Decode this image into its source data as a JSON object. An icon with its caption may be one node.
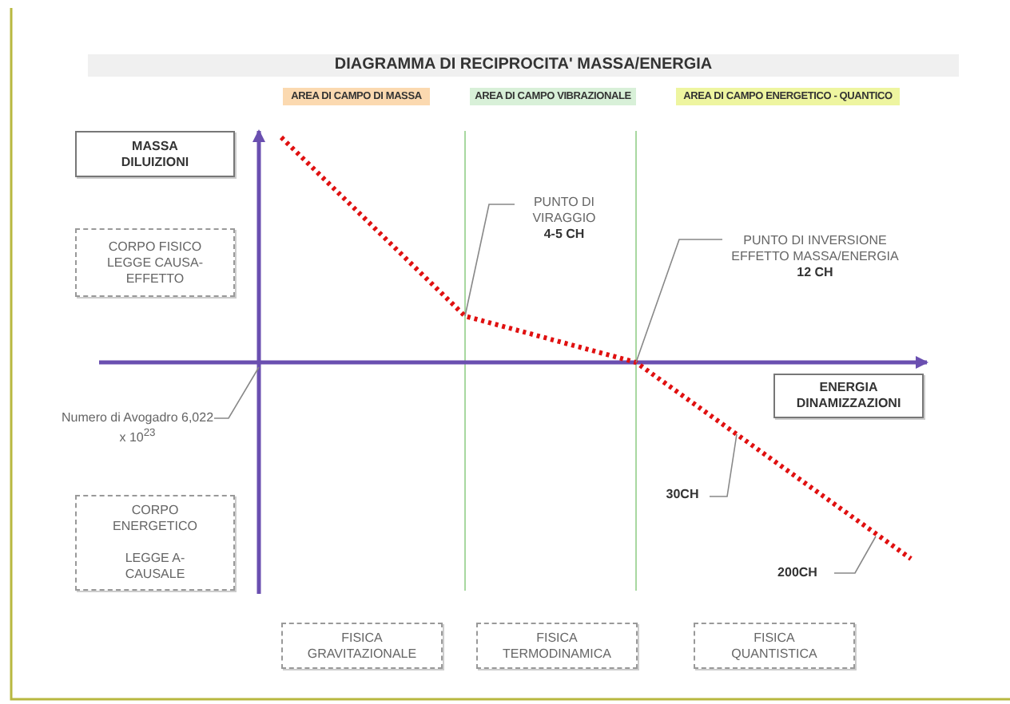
{
  "diagram": {
    "title": "DIAGRAMMA DI RECIPROCITA' MASSA/ENERGIA",
    "nodes": [
      {
        "text": [
          "AREA  DI CAMPO DI MASSA"
        ]
      },
      {
        "text": [
          "AREA DI CAMPO VIBRAZIONALE"
        ]
      },
      {
        "text": [
          "AREA DI  CAMPO ENERGETICO - QUANTICO"
        ]
      },
      {
        "text": [
          "MASSA DILUIZIONI"
        ]
      },
      {
        "text": [
          "PUNTO DI VIRAGGIO",
          "4-5 CH"
        ]
      },
      {
        "text": [
          "CORPO FISICO LEGGE CAUSA-EFFETTO"
        ]
      },
      {
        "text": [
          "PUNTO DI INVERSIONE EFFETTO MASSA/ENERGIA",
          "12 CH"
        ]
      },
      {
        "text": [
          "ENERGIA DINAMIZZAZIONI"
        ]
      },
      {
        "text": [
          "Numero di Avogadro 6,022 x 10$^{23}$"
        ]
      },
      {
        "text": [
          "30CH"
        ]
      },
      {
        "text": [
          "CORPO ENERGETICO",
          "LEGGE A-CAUSALE"
        ]
      },
      {
        "text": [
          "200CH"
        ]
      },
      {
        "text": [
          "FISICA GRAVITAZIONALE"
        ]
      },
      {
        "text": [
          "FISICA TERMODINAMICA"
        ]
      },
      {
        "text": [
          "FISICA QUANTISTICA"
        ]
      }
    ],
    "edges": [
      {
        "from": 4,
        "to": null,
        "arrow": "none"
      },
      {
        "from": 6,
        "to": null,
        "arrow": "none"
      },
      {
        "from": 8,
        "to": null,
        "arrow": "none"
      },
      {
        "from": 9,
        "to": null,
        "arrow": "none"
      },
      {
        "from": 11,
        "to": null,
        "arrow": "none"
      }
    ]
  }
}
